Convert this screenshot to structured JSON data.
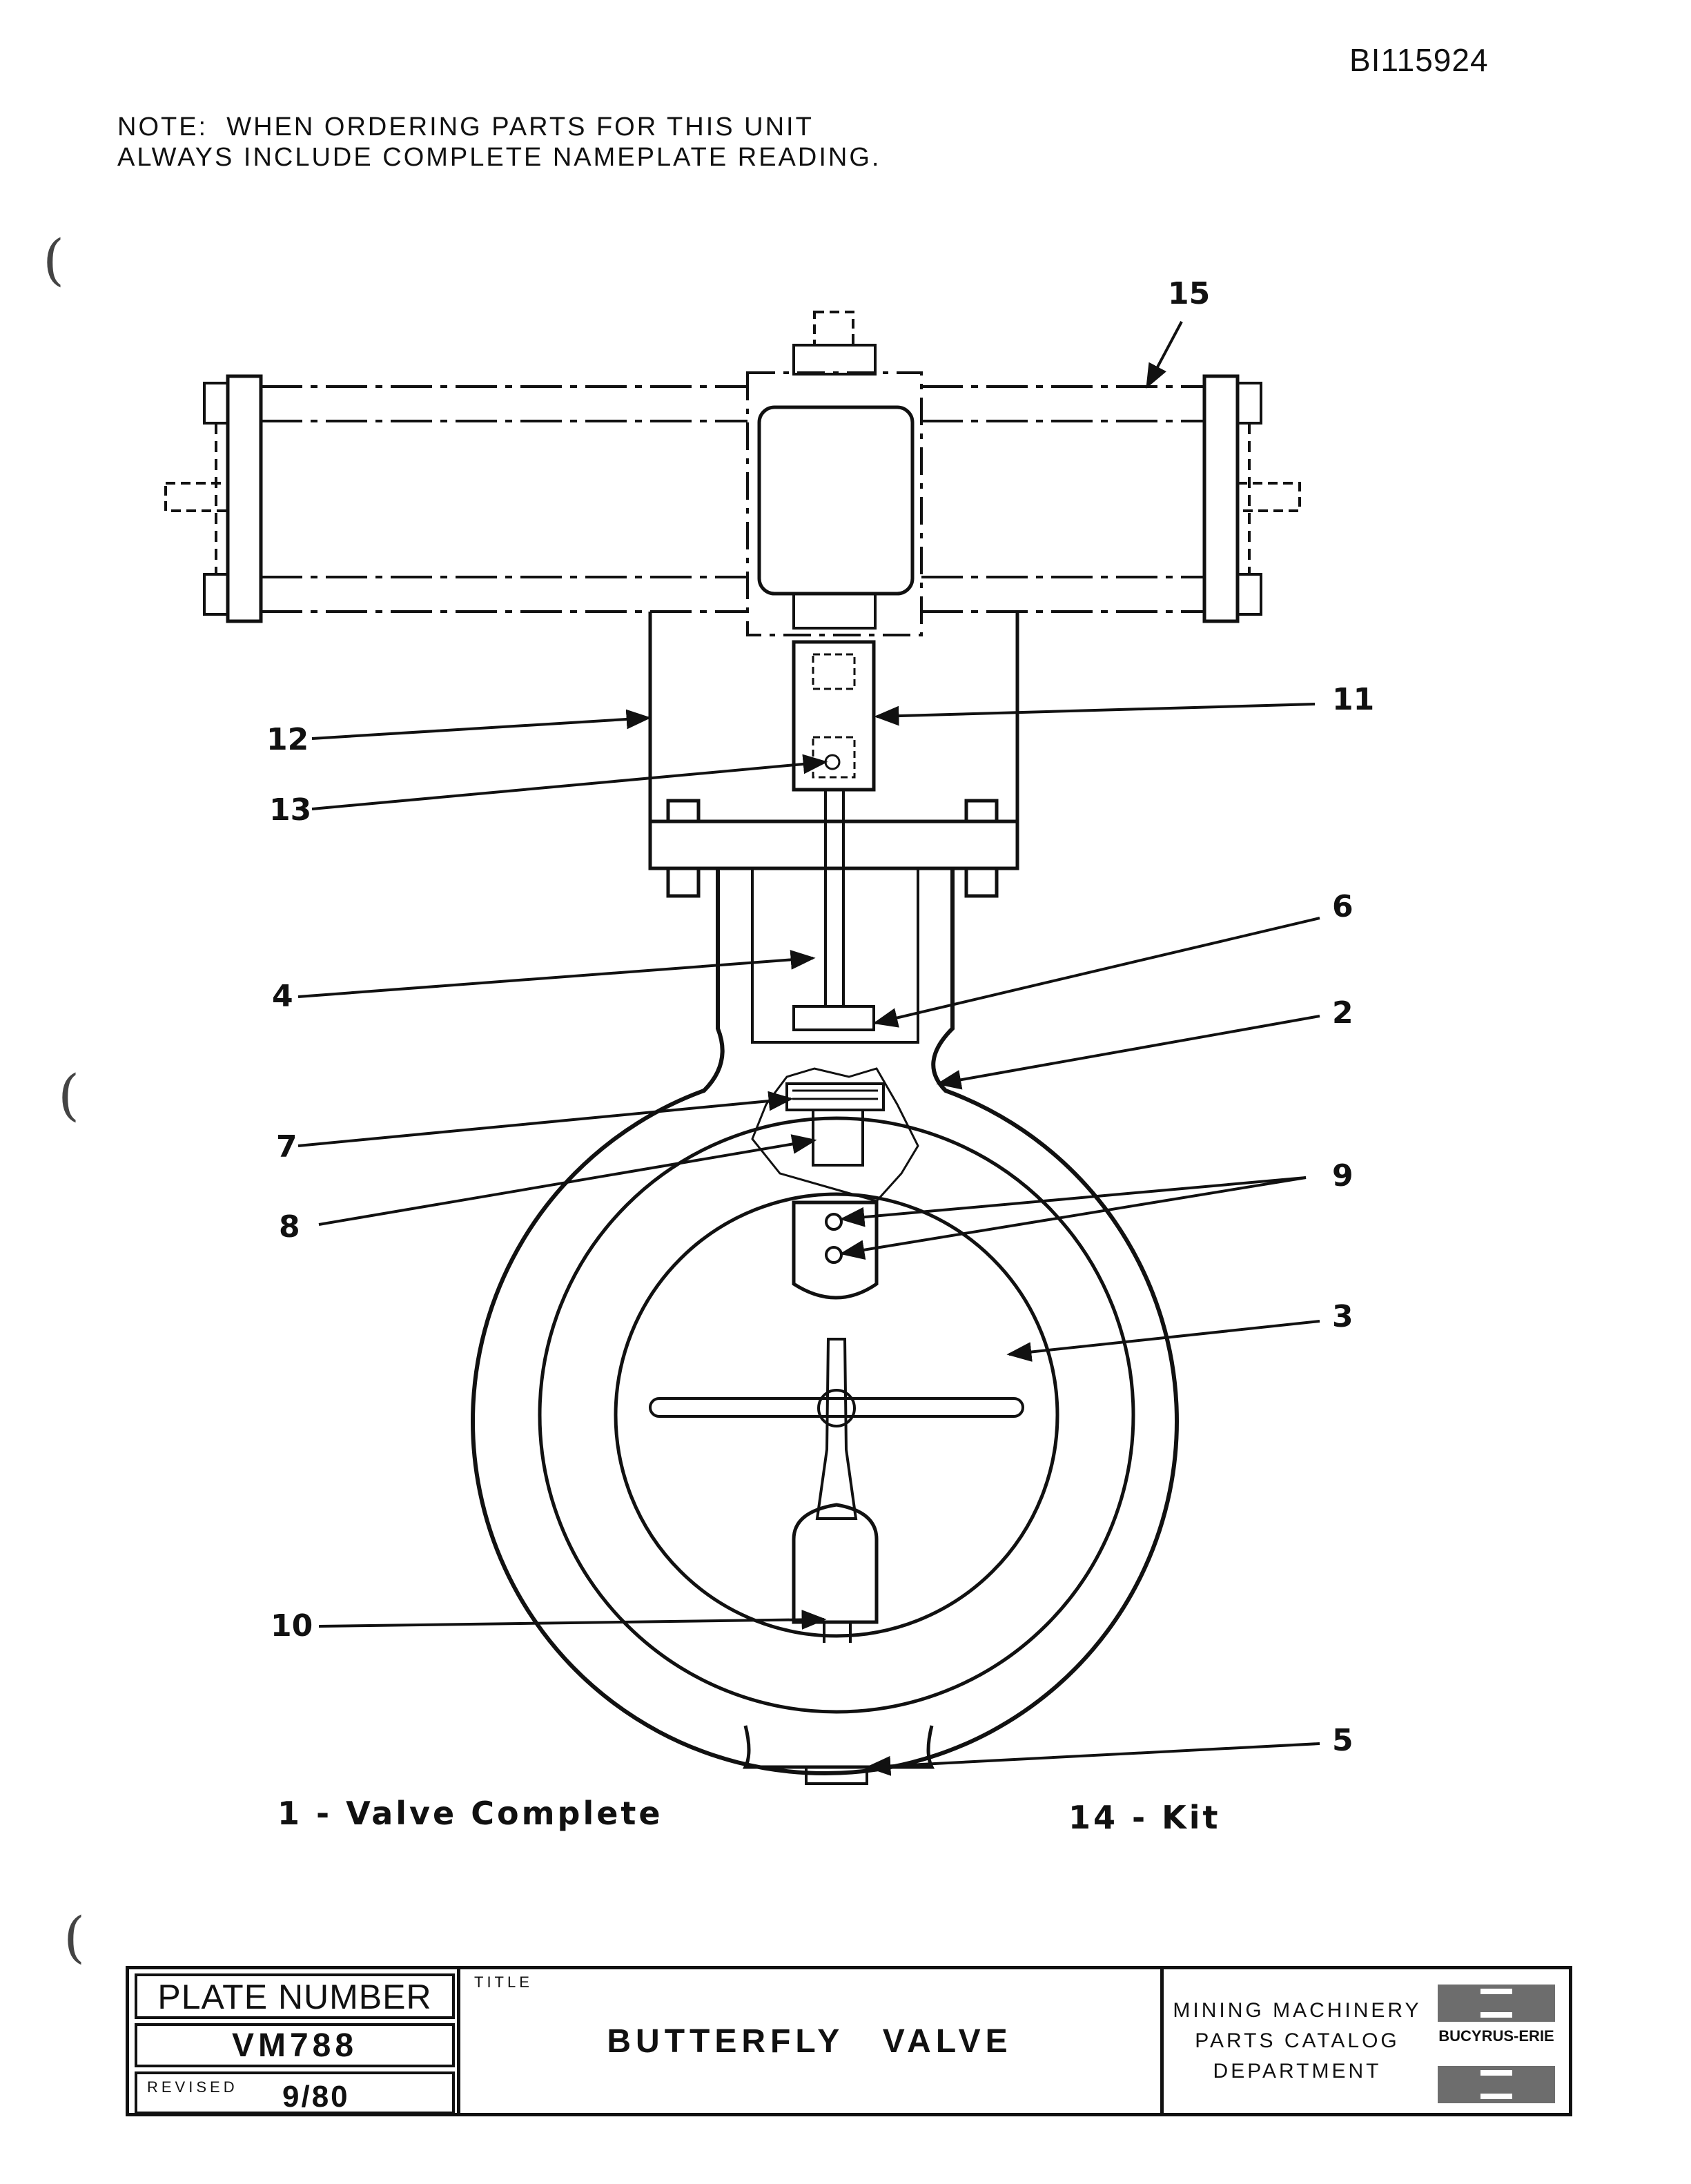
{
  "document_id": "BI115924",
  "note": {
    "line1": "NOTE:  WHEN ORDERING PARTS FOR THIS UNIT",
    "line2": "ALWAYS INCLUDE COMPLETE NAMEPLATE READING."
  },
  "callouts": {
    "c2": "2",
    "c3": "3",
    "c4": "4",
    "c5": "5",
    "c6": "6",
    "c7": "7",
    "c8": "8",
    "c9": "9",
    "c10": "10",
    "c11": "11",
    "c12": "12",
    "c13": "13",
    "c15": "15"
  },
  "legend": {
    "valve_complete": "1 - Valve  Complete",
    "kit": "14 - Kit"
  },
  "title_block": {
    "plate_number_label": "PLATE NUMBER",
    "plate_number": "VM788",
    "revised_label": "REVISED",
    "revised_date": "9/80",
    "title_label": "TITLE",
    "title": "BUTTERFLY  VALVE",
    "department_line1": "MINING MACHINERY",
    "department_line2": "PARTS CATALOG",
    "department_line3": "DEPARTMENT",
    "logo_text": "BUCYRUS-ERIE"
  }
}
